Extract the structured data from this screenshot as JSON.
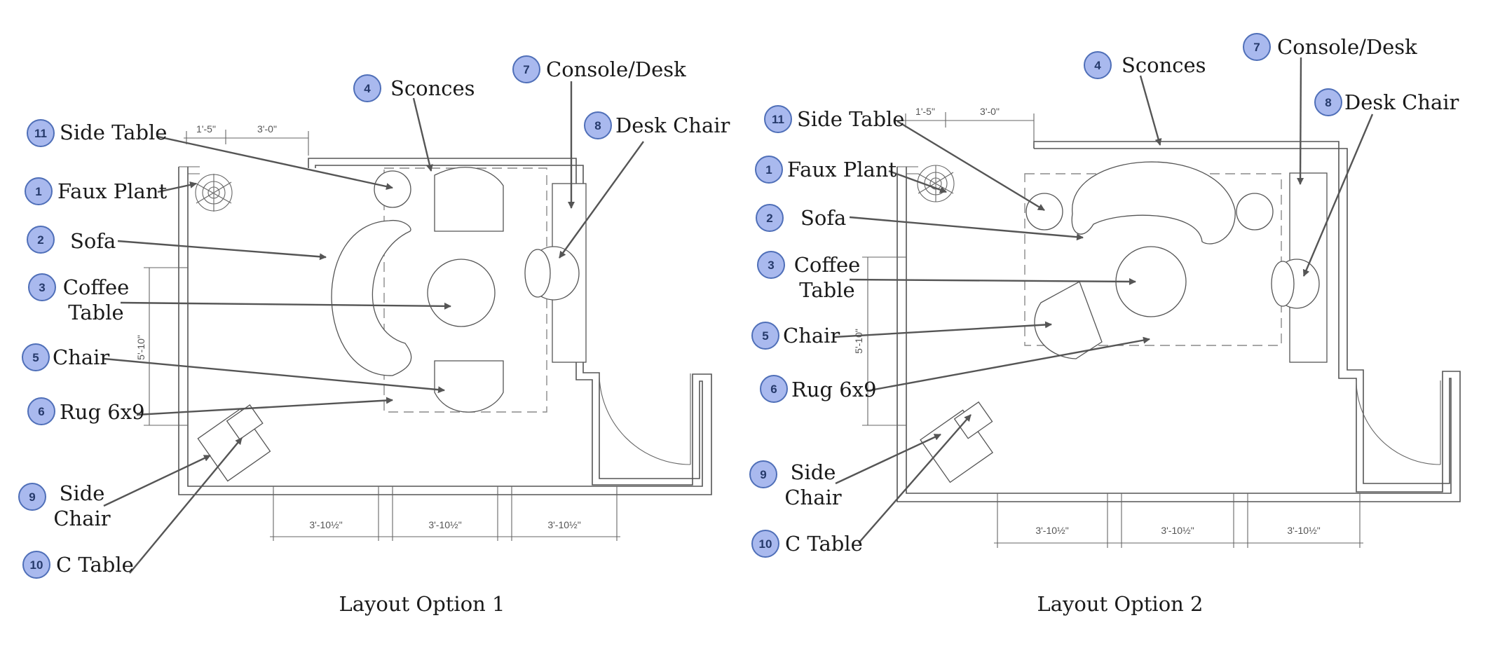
{
  "colors": {
    "badge_fill": "#a9b9ee",
    "badge_stroke": "#4f6fb8",
    "line": "#555555"
  },
  "layouts": [
    {
      "caption": "Layout Option 1",
      "labels": [
        {
          "num": "11",
          "lines": [
            "Side Table"
          ]
        },
        {
          "num": "1",
          "lines": [
            "Faux Plant"
          ]
        },
        {
          "num": "2",
          "lines": [
            "Sofa"
          ]
        },
        {
          "num": "3",
          "lines": [
            "Coffee",
            "Table"
          ]
        },
        {
          "num": "5",
          "lines": [
            "Chair"
          ]
        },
        {
          "num": "6",
          "lines": [
            "Rug 6x9"
          ]
        },
        {
          "num": "9",
          "lines": [
            "Side",
            "Chair"
          ]
        },
        {
          "num": "10",
          "lines": [
            "C Table"
          ]
        },
        {
          "num": "4",
          "lines": [
            "Sconces"
          ]
        },
        {
          "num": "7",
          "lines": [
            "Console/Desk"
          ]
        },
        {
          "num": "8",
          "lines": [
            "Desk Chair"
          ]
        }
      ],
      "dimensions": [
        "1'-5\"",
        "3'-0\"",
        "5'-10\"",
        "3'-10½\"",
        "3'-10½\"",
        "3'-10½\""
      ]
    },
    {
      "caption": "Layout Option 2",
      "labels": [
        {
          "num": "11",
          "lines": [
            "Side Table"
          ]
        },
        {
          "num": "1",
          "lines": [
            "Faux Plant"
          ]
        },
        {
          "num": "2",
          "lines": [
            "Sofa"
          ]
        },
        {
          "num": "3",
          "lines": [
            "Coffee",
            "Table"
          ]
        },
        {
          "num": "5",
          "lines": [
            "Chair"
          ]
        },
        {
          "num": "6",
          "lines": [
            "Rug 6x9"
          ]
        },
        {
          "num": "9",
          "lines": [
            "Side",
            "Chair"
          ]
        },
        {
          "num": "10",
          "lines": [
            "C Table"
          ]
        },
        {
          "num": "4",
          "lines": [
            "Sconces"
          ]
        },
        {
          "num": "7",
          "lines": [
            "Console/Desk"
          ]
        },
        {
          "num": "8",
          "lines": [
            "Desk Chair"
          ]
        }
      ],
      "dimensions": [
        "1'-5\"",
        "3'-0\"",
        "5'-10\"",
        "3'-10½\"",
        "3'-10½\"",
        "3'-10½\""
      ]
    }
  ]
}
